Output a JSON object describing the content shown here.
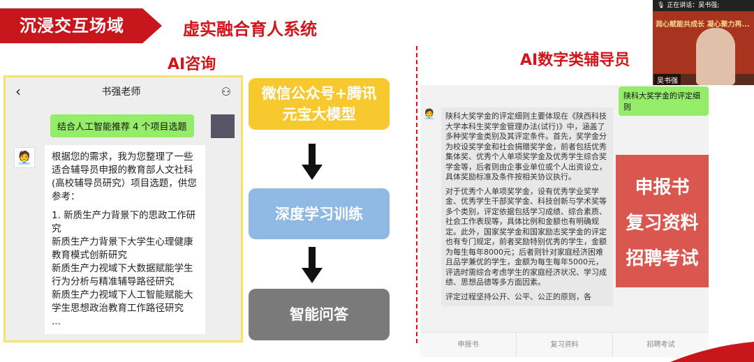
{
  "header": {
    "banner": "沉浸交互场域",
    "subtitle": "虚实融合育人系统"
  },
  "left": {
    "section_title": "AI咨询",
    "chat_title": "书强老师",
    "user_message": "结合人工智能推荐 4 个项目选题",
    "reply_lines": [
      "根据您的需求，我为您整理了一些适合辅导员申报的教育部人文社科(高校辅导员研究）项目选题，供您参考：",
      "",
      "1. 新质生产力背景下的思政工作研究",
      "新质生产力背景下大学生心理健康教育模式创新研究",
      "新质生产力视域下大数据赋能学生行为分析与精准辅导路径研究",
      "新质生产力视域下人工智能赋能大学生思想政治教育工作路径研究",
      "",
      "..."
    ]
  },
  "flow": {
    "steps": [
      "微信公众号+腾讯元宝大模型",
      "深度学习训练",
      "智能问答"
    ],
    "colors": [
      "#f8c92f",
      "#8fb9e3",
      "#7a7a7a"
    ]
  },
  "right": {
    "section_title": "AI数字类辅导员",
    "user_message": "陕科大奖学金的评定细则",
    "reply_paragraphs": [
      "陕科大奖学金的评定细则主要体现在《陕西科技大学本科生奖学金管理办法(试行)》中，涵盖了多种奖学金类别及其评定条件。首先，奖学金分为校设奖学金和社会捐赠奖学金，前者包括优秀集体奖、优秀个人单项奖学金及优秀学生综合奖学金等，后者则由企事业单位或个人出资设立，具体奖励标准及条件按相关协议执行。",
      "对于优秀个人单项奖学金，设有优秀学业奖学金、优秀学生干部奖学金、科技创新与学术奖等多个类别，评定依据包括学习成绩、综合素质、社会工作表现等，具体比例和金额也有明确规定。此外，国家奖学金和国家励志奖学金的评定也有专门规定，前者奖励特别优秀的学生，金额为每生每年8000元；后者则针对家庭经济困难且品学兼优的学生，金额为每生每年5000元，评选时需综合考虑学生的家庭经济状况、学习成绩、思想品德等多方面因素。",
      "评定过程坚持公开、公平、公正的原则，各"
    ],
    "overlay": [
      "申报书",
      "复习资料",
      "招聘考试"
    ],
    "tabs": [
      "申报书",
      "复习资料",
      "招聘考试"
    ]
  },
  "video": {
    "speaking_label": "正在讲话：吴书强;",
    "speaker_name": "吴书强",
    "backdrop_title": "润心赋能共成长  凝心聚力再..."
  },
  "colors": {
    "accent": "#d3141b",
    "user_bubble": "#95ec69"
  }
}
